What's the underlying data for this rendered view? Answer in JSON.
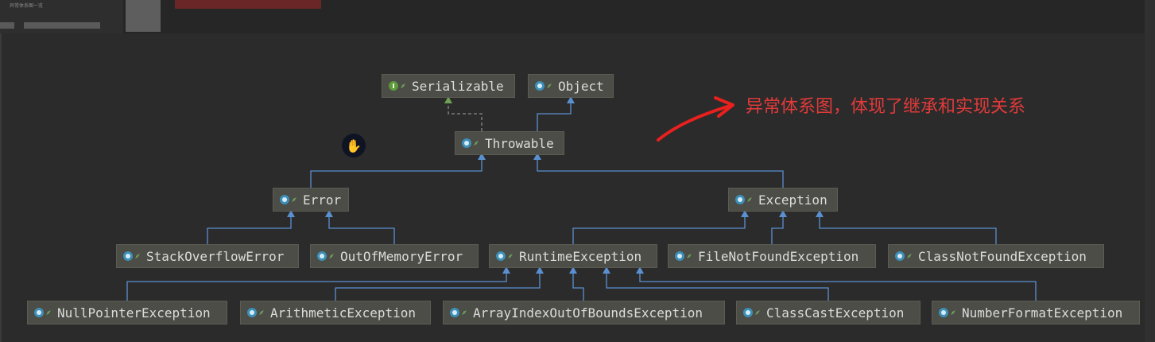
{
  "annotation": "异常体系图，体现了继承和实现关系",
  "top_blur_text": "异常体系图一览",
  "colors": {
    "edge_extends": "#5a8fd0",
    "edge_implements": "#8a8a8a",
    "arrow_annotation": "#e8201e"
  },
  "diagram": {
    "nodes": [
      {
        "id": "serializable",
        "label": "Serializable",
        "kind": "interface"
      },
      {
        "id": "object",
        "label": "Object",
        "kind": "class"
      },
      {
        "id": "throwable",
        "label": "Throwable",
        "kind": "class"
      },
      {
        "id": "error",
        "label": "Error",
        "kind": "class"
      },
      {
        "id": "exception",
        "label": "Exception",
        "kind": "class"
      },
      {
        "id": "stackoverflowerror",
        "label": "StackOverflowError",
        "kind": "class"
      },
      {
        "id": "outofmemoryerror",
        "label": "OutOfMemoryError",
        "kind": "class"
      },
      {
        "id": "runtimeexception",
        "label": "RuntimeException",
        "kind": "class"
      },
      {
        "id": "filenotfoundexception",
        "label": "FileNotFoundException",
        "kind": "class"
      },
      {
        "id": "classnotfoundexception",
        "label": "ClassNotFoundException",
        "kind": "class"
      },
      {
        "id": "nullpointerexception",
        "label": "NullPointerException",
        "kind": "class"
      },
      {
        "id": "arithmeticexception",
        "label": "ArithmeticException",
        "kind": "class"
      },
      {
        "id": "arrayindexoutofboundsexception",
        "label": "ArrayIndexOutOfBoundsException",
        "kind": "class"
      },
      {
        "id": "classcastexception",
        "label": "ClassCastException",
        "kind": "class"
      },
      {
        "id": "numberformatexception",
        "label": "NumberFormatException",
        "kind": "class"
      }
    ],
    "edges": [
      {
        "from": "throwable",
        "to": "serializable",
        "type": "implements"
      },
      {
        "from": "throwable",
        "to": "object",
        "type": "extends"
      },
      {
        "from": "error",
        "to": "throwable",
        "type": "extends"
      },
      {
        "from": "exception",
        "to": "throwable",
        "type": "extends"
      },
      {
        "from": "stackoverflowerror",
        "to": "error",
        "type": "extends"
      },
      {
        "from": "outofmemoryerror",
        "to": "error",
        "type": "extends"
      },
      {
        "from": "runtimeexception",
        "to": "exception",
        "type": "extends"
      },
      {
        "from": "filenotfoundexception",
        "to": "exception",
        "type": "extends"
      },
      {
        "from": "classnotfoundexception",
        "to": "exception",
        "type": "extends"
      },
      {
        "from": "nullpointerexception",
        "to": "runtimeexception",
        "type": "extends"
      },
      {
        "from": "arithmeticexception",
        "to": "runtimeexception",
        "type": "extends"
      },
      {
        "from": "arrayindexoutofboundsexception",
        "to": "runtimeexception",
        "type": "extends"
      },
      {
        "from": "classcastexception",
        "to": "runtimeexception",
        "type": "extends"
      },
      {
        "from": "numberformatexception",
        "to": "runtimeexception",
        "type": "extends"
      }
    ]
  }
}
